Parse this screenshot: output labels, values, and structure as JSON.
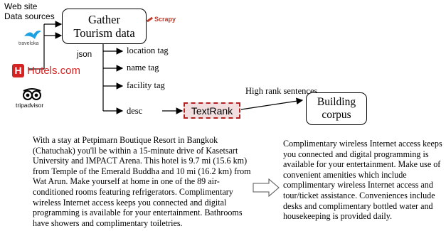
{
  "source_label": "Web site\nData sources",
  "logos": {
    "traveloka": "traveloka",
    "hotels": "Hotels.com",
    "tripadvisor": "tripadvisor",
    "scrapy": "Scrapy"
  },
  "gather_box": "Gather\nTourism data",
  "json_label": "json",
  "tags": [
    "location tag",
    "name tag",
    "facility tag",
    "desc"
  ],
  "textrank": "TextRank",
  "high_rank_label": "High rank sentences",
  "corpus_box": "Building\ncorpus",
  "colors": {
    "traveloka": "#1ba0e2",
    "hotels": "#d32323",
    "textrank_border": "#b22222",
    "scrapy_accent": "#c0392b"
  },
  "paragraph_left": "With a stay at Petpimarn Boutique Resort in Bangkok\n(Chatuchak) you'll be within a 15-minute drive of Kasetsart\nUniversity and IMPACT Arena. This hotel is 9.7 mi (15.6 km)\nfrom Temple of the Emerald Buddha and 10 mi (16.2 km) from\nWat Arun. Make yourself at home in one of the 89 air-\nconditioned rooms featuring refrigerators. Complimentary\nwireless Internet access keeps you connected and digital\nprogramming is available for your entertainment. Bathrooms\nhave showers and complimentary toiletries.",
  "paragraph_right": "Complimentary wireless Internet access keeps\nyou connected and digital programming is\navailable for your entertainment. Make use of\nconvenient amenities which include\ncomplimentary wireless Internet access and\ntour/ticket assistance. Conveniences include\ndesks and complimentary bottled water and\nhousekeeping is provided daily."
}
